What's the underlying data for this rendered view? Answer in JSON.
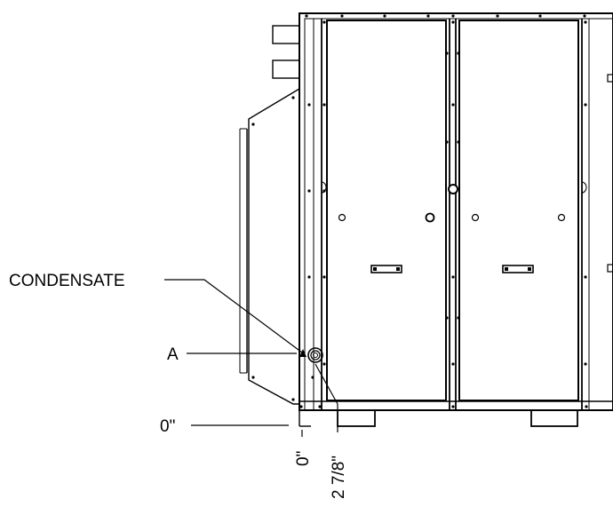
{
  "diagram": {
    "labels": {
      "condensate": "CONDENSATE",
      "a": "A",
      "zero_height": "0\"",
      "zero_offset": "0\"",
      "offset": "2 7/8\""
    },
    "colors": {
      "line": "#000000",
      "background": "#ffffff"
    }
  }
}
